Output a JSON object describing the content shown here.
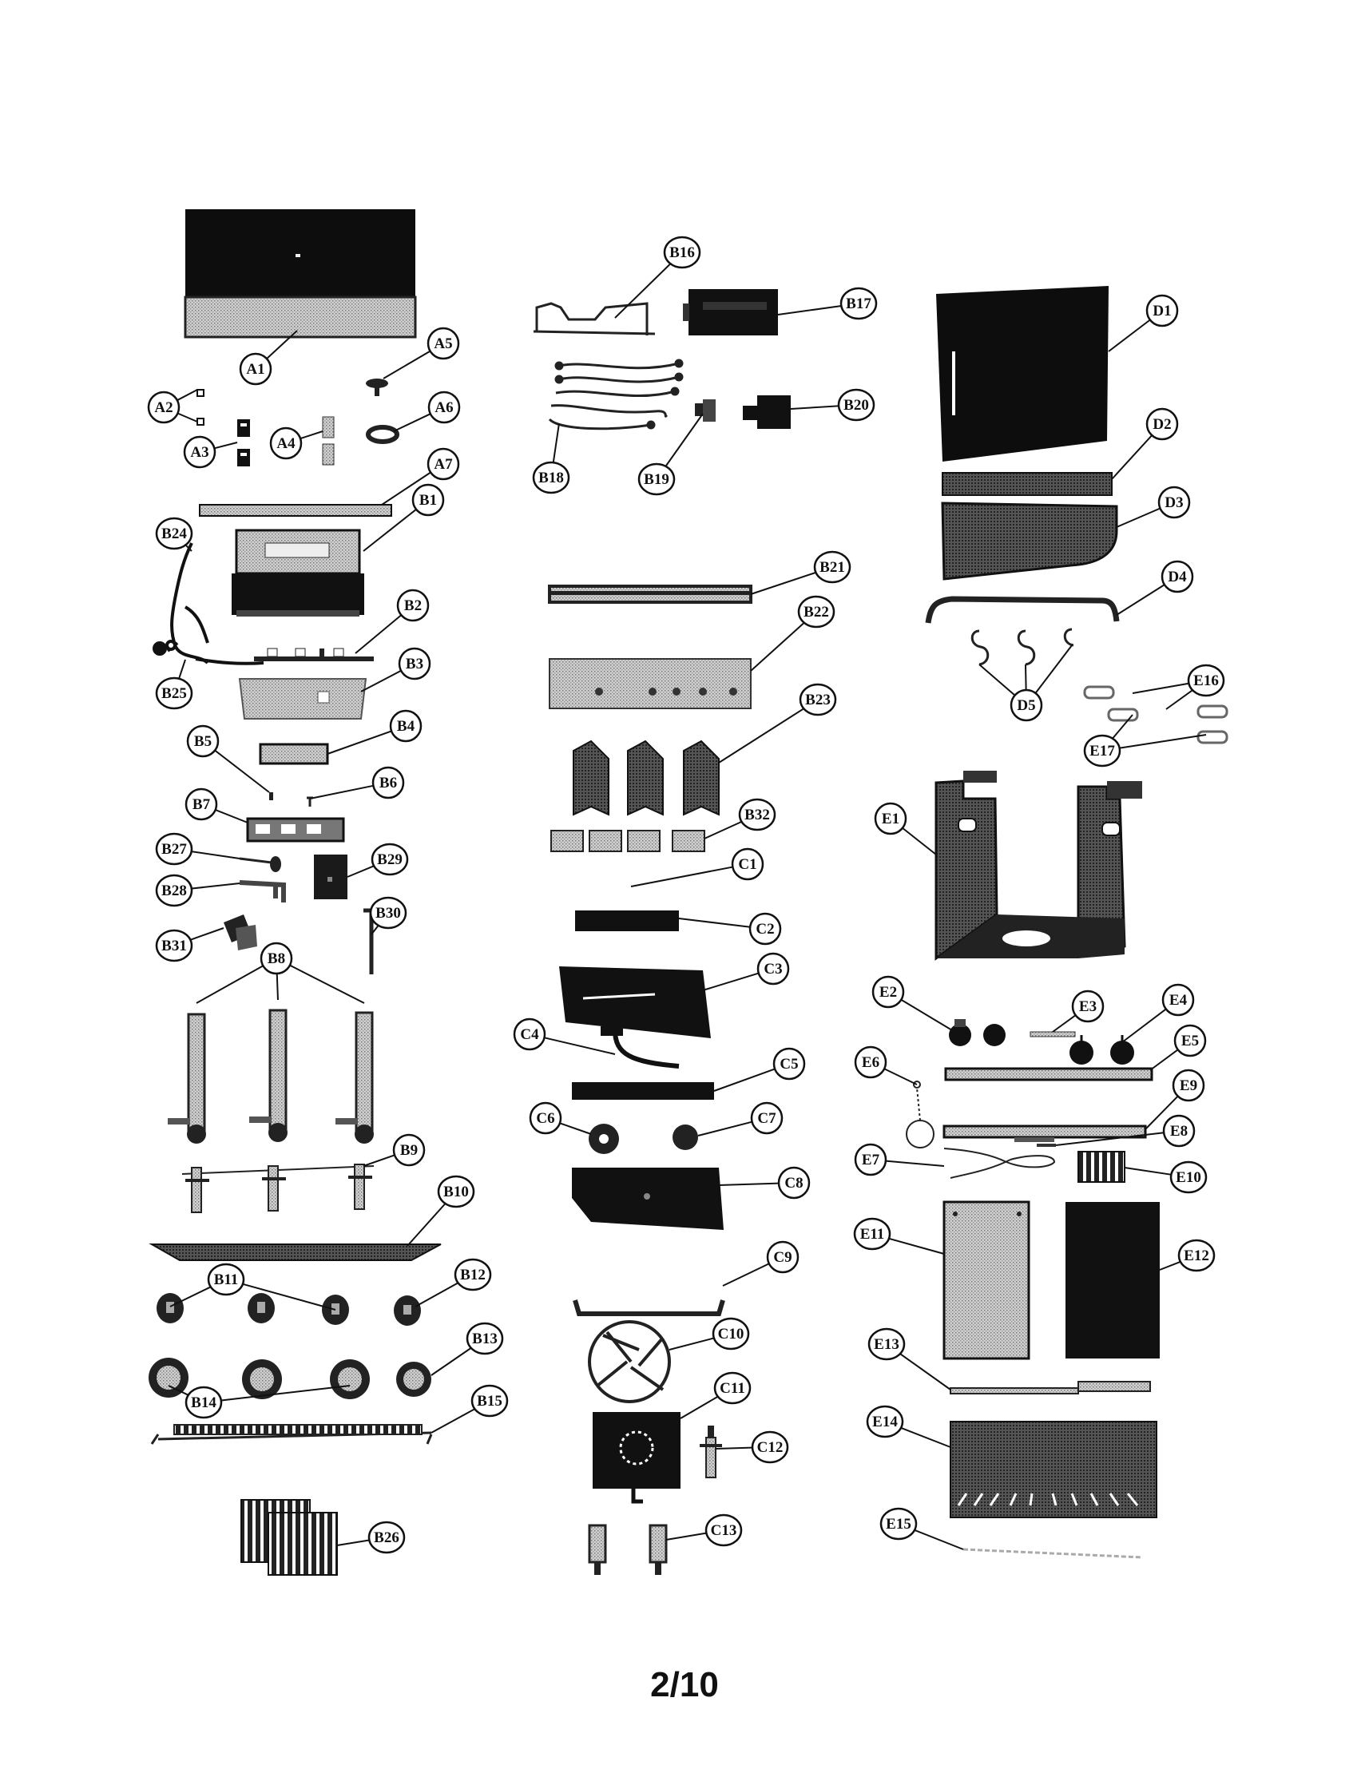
{
  "page": {
    "number": "2/10"
  },
  "callouts": {
    "A1": "A1",
    "A2": "A2",
    "A3": "A3",
    "A4": "A4",
    "A5": "A5",
    "A6": "A6",
    "A7": "A7",
    "B1": "B1",
    "B2": "B2",
    "B3": "B3",
    "B4": "B4",
    "B5": "B5",
    "B6": "B6",
    "B7": "B7",
    "B8": "B8",
    "B9": "B9",
    "B10": "B10",
    "B11": "B11",
    "B12": "B12",
    "B13": "B13",
    "B14": "B14",
    "B15": "B15",
    "B16": "B16",
    "B17": "B17",
    "B18": "B18",
    "B19": "B19",
    "B20": "B20",
    "B21": "B21",
    "B22": "B22",
    "B23": "B23",
    "B24": "B24",
    "B25": "B25",
    "B26": "B26",
    "B27": "B27",
    "B28": "B28",
    "B29": "B29",
    "B30": "B30",
    "B31": "B31",
    "B32": "B32",
    "C1": "C1",
    "C2": "C2",
    "C3": "C3",
    "C4": "C4",
    "C5": "C5",
    "C6": "C6",
    "C7": "C7",
    "C8": "C8",
    "C9": "C9",
    "C10": "C10",
    "C11": "C11",
    "C12": "C12",
    "C13": "C13",
    "D1": "D1",
    "D2": "D2",
    "D3": "D3",
    "D4": "D4",
    "D5": "D5",
    "E1": "E1",
    "E2": "E2",
    "E3": "E3",
    "E4": "E4",
    "E5": "E5",
    "E6": "E6",
    "E7": "E7",
    "E8": "E8",
    "E9": "E9",
    "E10": "E10",
    "E11": "E11",
    "E12": "E12",
    "E13": "E13",
    "E14": "E14",
    "E15": "E15",
    "E16": "E16",
    "E17": "E17"
  }
}
